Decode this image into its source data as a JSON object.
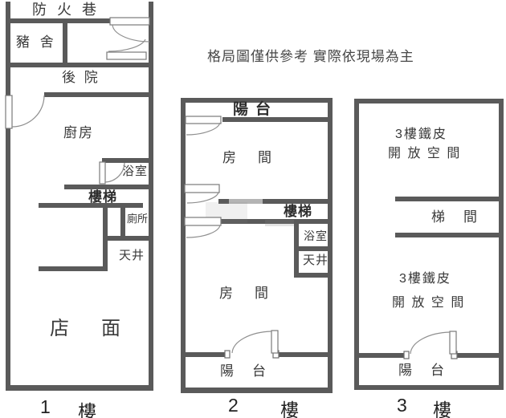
{
  "colors": {
    "wall": "#5a5a5a",
    "label": "#3a3a3a",
    "header": "#474747",
    "door": "#8f8f8f"
  },
  "disclaimer": "格局圖僅供參考 實際依現場為主",
  "floor1": {
    "fire_lane": "防 火 巷",
    "pig_shed": "豬 舍",
    "backyard": "後 院",
    "kitchen": "廚房",
    "bathroom": "浴室",
    "stairs": "樓梯",
    "toilet": "廁所",
    "light_well": "天井",
    "storefront": "店　面",
    "floor_num": "1",
    "floor_word": "樓"
  },
  "floor2": {
    "balcony_top": "陽台",
    "room_upper": "房　間",
    "stairs": "樓梯",
    "bathroom": "浴室",
    "light_well": "天井",
    "room_lower": "房　間",
    "balcony_bottom": "陽　台",
    "floor_num": "2",
    "floor_word": "樓"
  },
  "floor3": {
    "open_upper_line1": "3樓鐵皮",
    "open_upper_line2": "開 放 空 間",
    "stair_hall": "梯　間",
    "open_lower_line1": "3樓鐵皮",
    "open_lower_line2": "開 放 空 間",
    "balcony": "陽　台",
    "floor_num": "3",
    "floor_word": "樓"
  }
}
